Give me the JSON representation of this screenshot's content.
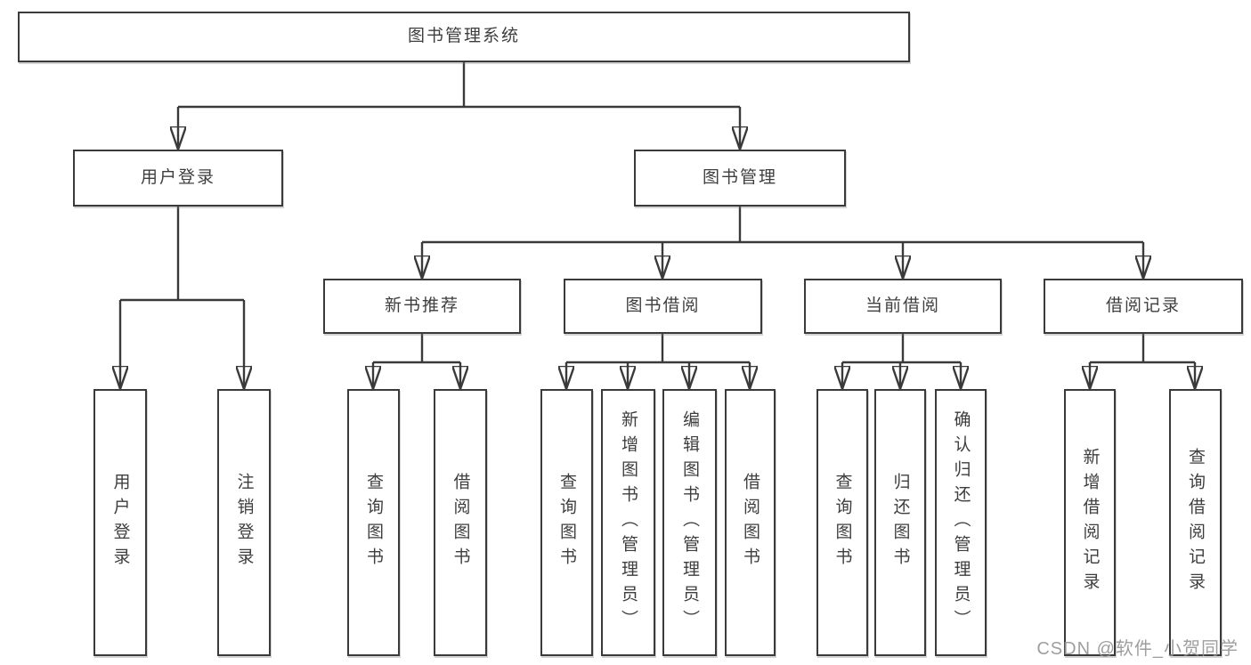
{
  "diagram_type": "hierarchy-tree",
  "colors": {
    "background": "#ffffff",
    "box_border": "#3a3a3a",
    "connector_line": "#3a3a3a",
    "label_text": "#3e3e3e",
    "watermark_text": "#949494"
  },
  "watermark": {
    "text": "CSDN @软件_小贺同学"
  },
  "tree": {
    "label": "图书管理系统",
    "children": [
      {
        "label": "用户登录",
        "children": [
          {
            "label": "用户登录"
          },
          {
            "label": "注销登录"
          }
        ]
      },
      {
        "label": "图书管理",
        "children": [
          {
            "label": "新书推荐",
            "children": [
              {
                "label": "查询图书"
              },
              {
                "label": "借阅图书"
              }
            ]
          },
          {
            "label": "图书借阅",
            "children": [
              {
                "label": "查询图书"
              },
              {
                "label": "新增图书（管理员）"
              },
              {
                "label": "编辑图书（管理员）"
              },
              {
                "label": "借阅图书"
              }
            ]
          },
          {
            "label": "当前借阅",
            "children": [
              {
                "label": "查询图书"
              },
              {
                "label": "归还图书"
              },
              {
                "label": "确认归还（管理员）"
              }
            ]
          },
          {
            "label": "借阅记录",
            "children": [
              {
                "label": "新增借阅记录"
              },
              {
                "label": "查询借阅记录"
              }
            ]
          }
        ]
      }
    ]
  }
}
